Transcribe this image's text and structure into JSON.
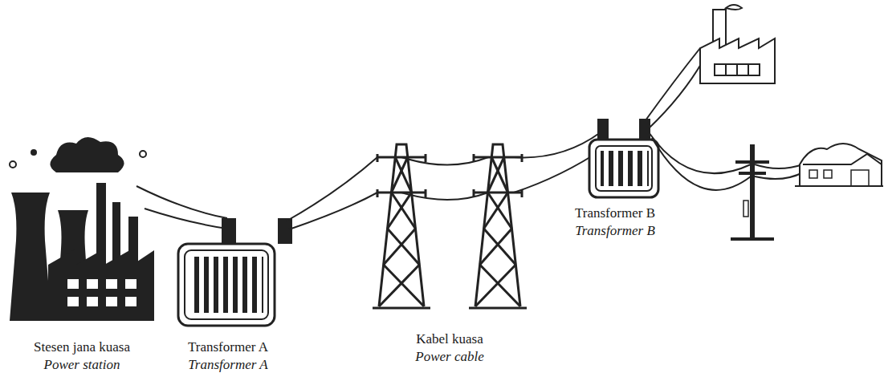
{
  "diagram": {
    "labels": [
      "Stesen jana kuasa",
      "Power station",
      "Transformer A",
      "Transformer A",
      "Kabel kuasa",
      "Power cable",
      "Transformer B",
      "Transformer B"
    ]
  }
}
